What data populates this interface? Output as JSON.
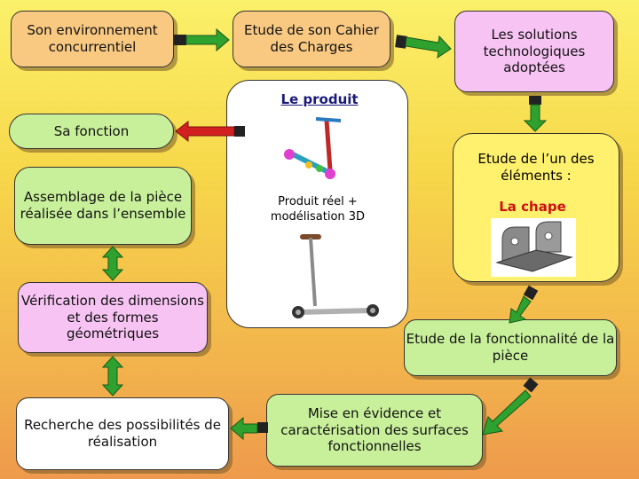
{
  "colors": {
    "orange_box": "#f9c982",
    "pink_box": "#f7c3f3",
    "green_box": "#c8f09a",
    "white_box": "#ffffff",
    "yellow_box": "#fff16e",
    "red_arrow": "#d22020",
    "green_arrow": "#2ea12e",
    "label_red": "#cc1111",
    "label_navy": "#1a1a7a"
  },
  "boxes": {
    "son_env": "Son environnement concurrentiel",
    "cahier": "Etude de son Cahier des Charges",
    "solutions": "Les solutions technologiques adoptées",
    "fonction": "Sa fonction",
    "assemblage": "Assemblage de la pièce réalisée dans l’ensemble",
    "verification": "Vérification des dimensions et des formes géométriques",
    "recherche": "Recherche des possibilités de réalisation",
    "fonctionnalite": "Etude de la fonctionnalité de la pièce",
    "mise": "Mise en évidence et caractérisation des surfaces fonctionnelles",
    "etude_element": "Etude de l’un des éléments :",
    "chape": "La chape"
  },
  "center": {
    "title": "Le produit",
    "caption": "Produit réel + modélisation 3D"
  },
  "icons": [
    "scooter-3d-model-icon",
    "real-scooter-photo-icon",
    "chape-part-3d-icon"
  ]
}
